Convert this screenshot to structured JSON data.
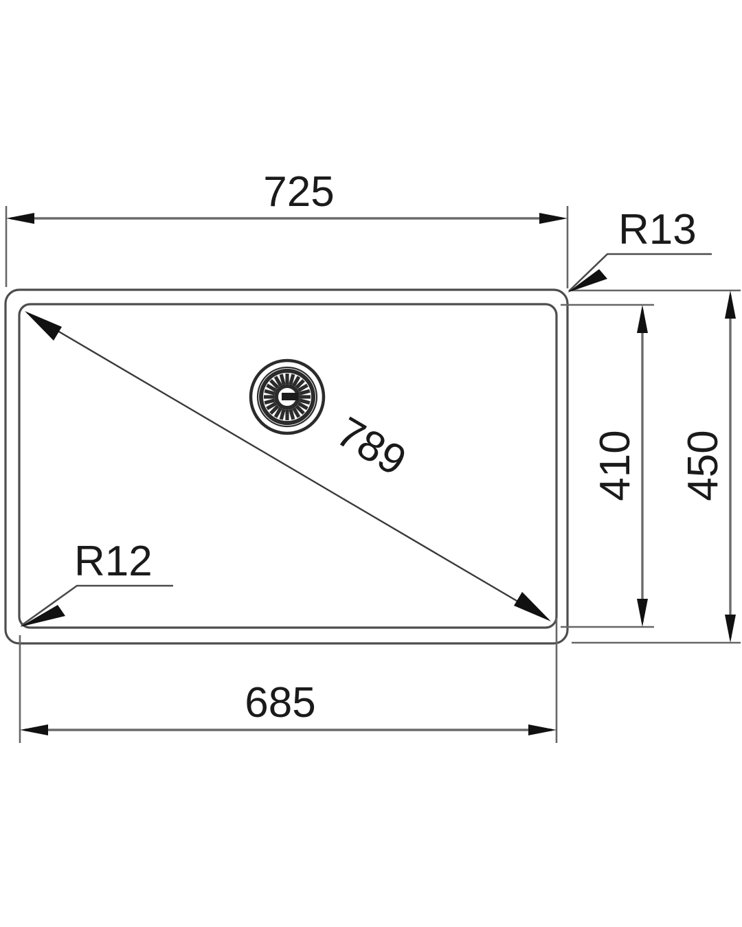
{
  "drawing": {
    "title": "Kitchen sink dimensional drawing",
    "units": "mm",
    "line_color": "#4d4d4d",
    "text_color": "#1a1a1a",
    "background": "#ffffff"
  },
  "dimensions": {
    "top_width": {
      "label": "725",
      "description": "Overall outer width"
    },
    "bottom_width": {
      "label": "685",
      "description": "Inner bowl width"
    },
    "inner_height": {
      "label": "410",
      "description": "Inner bowl height"
    },
    "outer_height": {
      "label": "450",
      "description": "Overall outer height"
    },
    "diagonal": {
      "label": "789",
      "description": "Inner bowl diagonal"
    }
  },
  "callouts": {
    "outer_radius": {
      "label": "R13",
      "description": "Outer rim corner radius"
    },
    "inner_radius": {
      "label": "R12",
      "description": "Inner bowl corner radius"
    }
  },
  "features": {
    "drain": {
      "name": "drain-strainer",
      "slot_count": 24
    }
  }
}
